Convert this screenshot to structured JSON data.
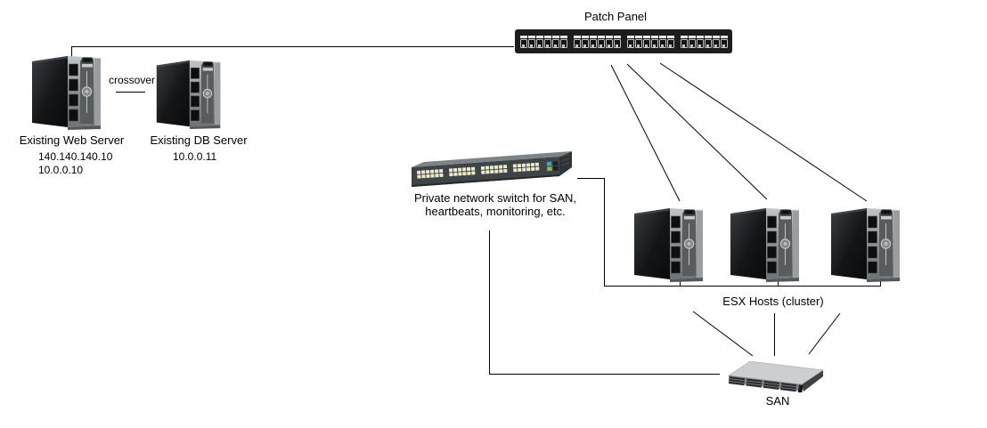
{
  "nodes": {
    "patch_panel": {
      "label": "Patch Panel",
      "port_groups": 4,
      "ports_per_group": 6
    },
    "existing_web_server": {
      "label": "Existing Web Server",
      "ips": [
        "140.140.140.10",
        "10.0.0.10"
      ]
    },
    "existing_db_server": {
      "label": "Existing DB Server",
      "ips": [
        "10.0.0.11"
      ]
    },
    "private_switch": {
      "label_lines": [
        "Private network switch for SAN,",
        "heartbeats, monitoring, etc."
      ],
      "port_groups": 4,
      "port_cols_per_group": 6,
      "port_rows": 2
    },
    "esx_cluster": {
      "label": "ESX Hosts (cluster)",
      "host_count": 3
    },
    "san": {
      "label": "SAN",
      "drive_columns": 4,
      "drive_rows": 3
    }
  },
  "edges": {
    "crossover_label": "crossover",
    "connections": [
      {
        "from": "existing_web_server",
        "to": "patch_panel"
      },
      {
        "from": "existing_web_server",
        "to": "existing_db_server",
        "label": "crossover"
      },
      {
        "from": "patch_panel",
        "to": "esx_host_1"
      },
      {
        "from": "patch_panel",
        "to": "esx_host_2"
      },
      {
        "from": "patch_panel",
        "to": "esx_host_3"
      },
      {
        "from": "private_switch",
        "to": "esx_cluster_bus"
      },
      {
        "from": "private_switch",
        "to": "san"
      },
      {
        "from": "esx_host_1",
        "to": "san"
      },
      {
        "from": "esx_host_2",
        "to": "san"
      },
      {
        "from": "esx_host_3",
        "to": "san"
      }
    ]
  },
  "colors": {
    "background": "#ffffff",
    "line": "#000000",
    "patch_panel_body": "#1d1d1d",
    "port_label_strip": "#e8e8e8",
    "port_jack_hole": "#121212",
    "switch_body": "#3f4447",
    "switch_top": "#7e8486",
    "switch_port": "#ece8cc",
    "switch_uplink_teal": "#3fa7b8",
    "server_side": "#101214",
    "server_front": "#9aa0a4",
    "san_top": "#ccced0",
    "san_front": "#84878a",
    "san_bay": "#26282a"
  }
}
